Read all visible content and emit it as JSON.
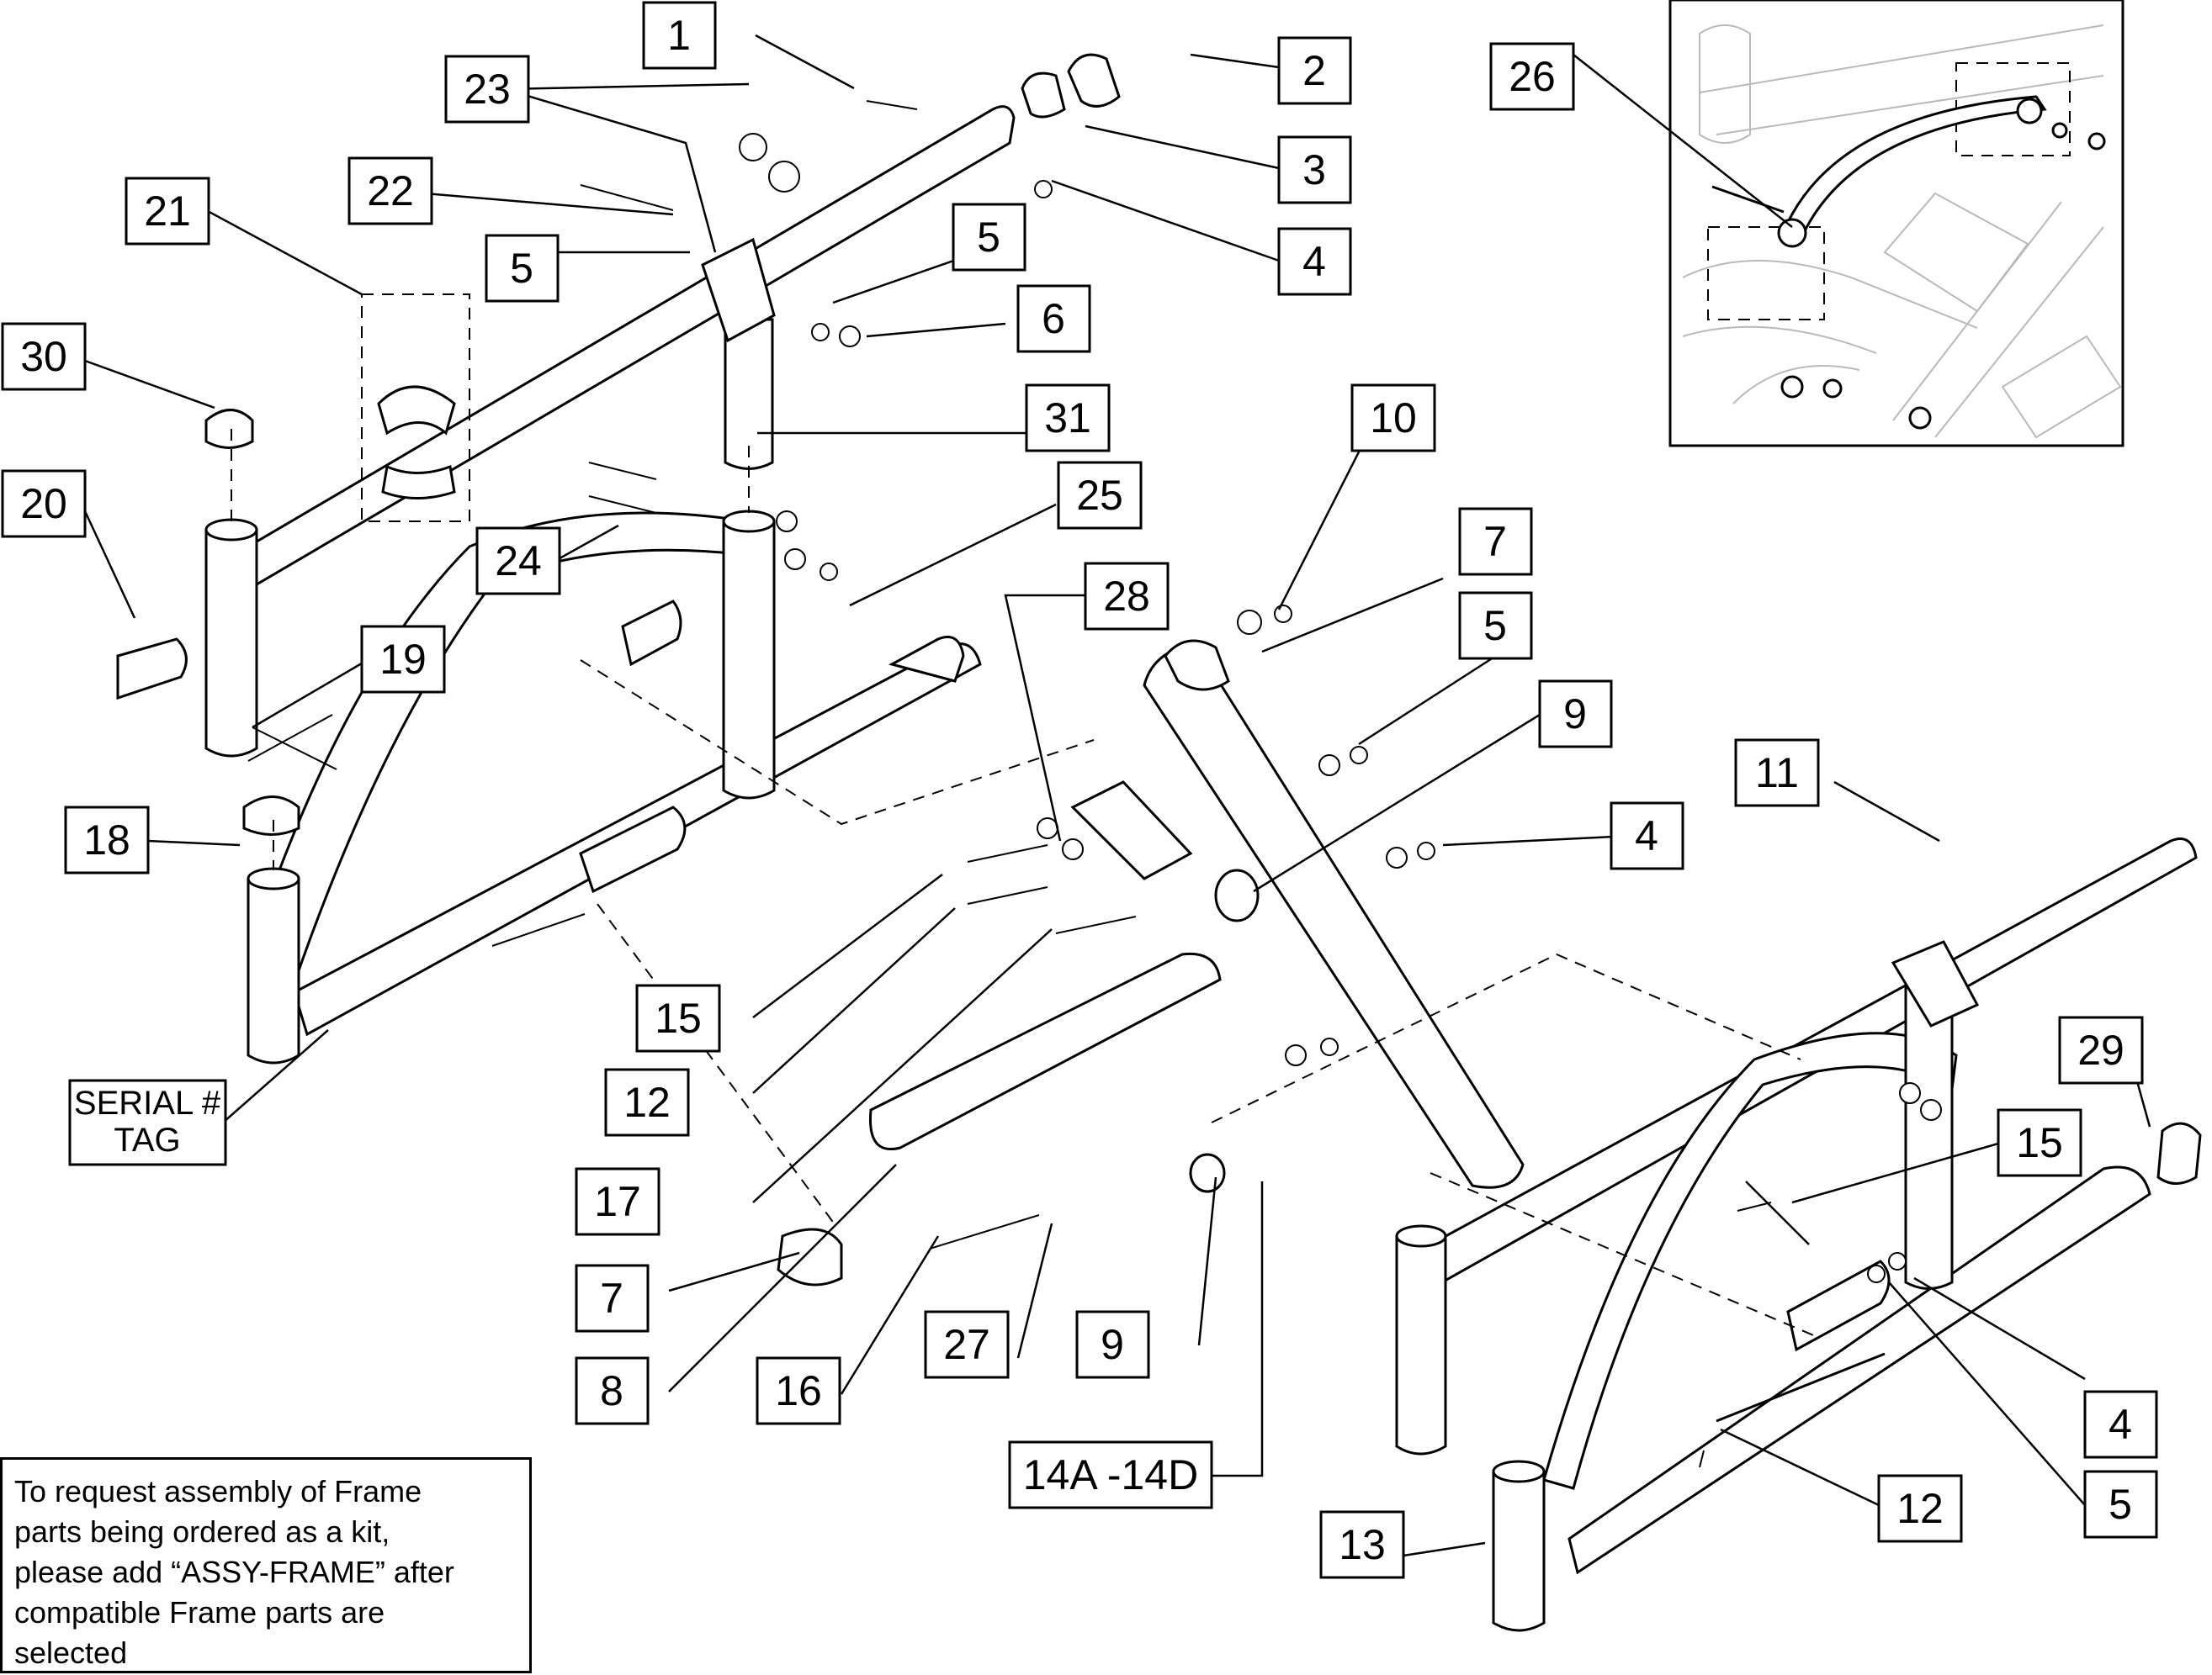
{
  "callouts": {
    "c1": "1",
    "c2": "2",
    "c3": "3",
    "c4a": "4",
    "c4b": "4",
    "c4c": "4",
    "c5a": "5",
    "c5b": "5",
    "c5c": "5",
    "c5d": "5",
    "c6": "6",
    "c7a": "7",
    "c7b": "7",
    "c8": "8",
    "c9a": "9",
    "c9b": "9",
    "c10": "10",
    "c11": "11",
    "c12a": "12",
    "c12b": "12",
    "c13": "13",
    "c14": "14A -14D",
    "c15a": "15",
    "c15b": "15",
    "c16": "16",
    "c17": "17",
    "c18": "18",
    "c19": "19",
    "c20": "20",
    "c21": "21",
    "c22": "22",
    "c23": "23",
    "c24": "24",
    "c25": "25",
    "c26": "26",
    "c27": "27",
    "c28": "28",
    "c29": "29",
    "c30": "30",
    "c31": "31"
  },
  "serial_tag": {
    "line1": "SERIAL #",
    "line2": "TAG"
  },
  "note": "To request assembly of Frame\nparts being ordered as a kit,\nplease add “ASSY-FRAME” after\ncompatible Frame parts are\nselected"
}
